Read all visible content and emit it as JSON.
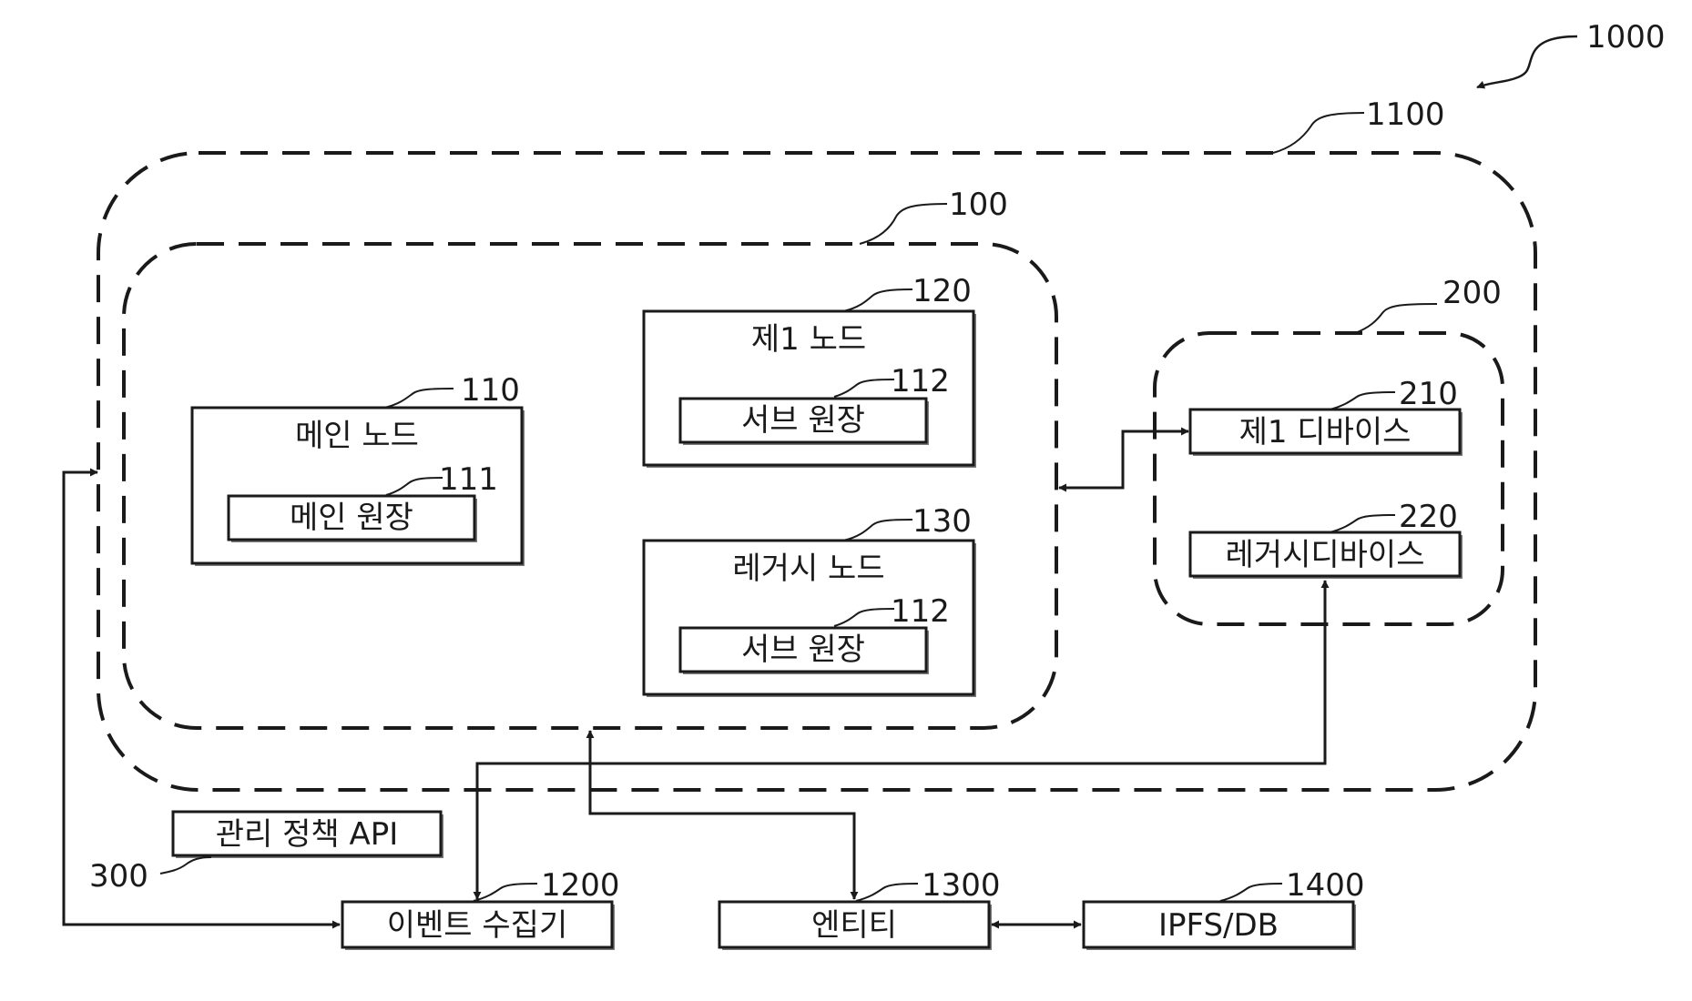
{
  "refs": {
    "system": "1000",
    "outer_region": "1100",
    "node_group": "100",
    "main_node": "110",
    "main_ledger": "111",
    "first_node": "120",
    "sub_ledger_a": "112",
    "legacy_node": "130",
    "sub_ledger_b": "112",
    "device_group": "200",
    "first_device": "210",
    "legacy_device": "220",
    "policy_api": "300",
    "event_collector": "1200",
    "entity": "1300",
    "storage": "1400"
  },
  "labels": {
    "main_node": "메인 노드",
    "main_ledger": "메인 원장",
    "first_node": "제1 노드",
    "sub_ledger_a": "서브 원장",
    "legacy_node": "레거시 노드",
    "sub_ledger_b": "서브 원장",
    "first_device": "제1 디바이스",
    "legacy_device": "레거시디바이스",
    "policy_api": "관리 정책 API",
    "event_collector": "이벤트 수집기",
    "entity": "엔티티",
    "storage": "IPFS/DB"
  },
  "colors": {
    "stroke": "#1a1a1a",
    "box_shadow": "#7a7a7a",
    "background": "#ffffff"
  }
}
